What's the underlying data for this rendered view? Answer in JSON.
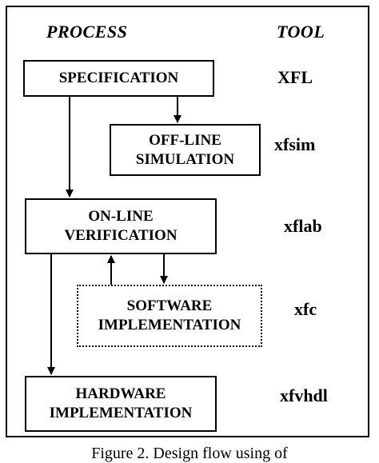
{
  "headers": {
    "process": "PROCESS",
    "tool": "TOOL"
  },
  "boxes": {
    "specification": "SPECIFICATION",
    "offline_simulation": "OFF-LINE\nSIMULATION",
    "online_verification": "ON-LINE\nVERIFICATION",
    "software_implementation": "SOFTWARE\nIMPLEMENTATION",
    "hardware_implementation": "HARDWARE\nIMPLEMENTATION"
  },
  "tools": {
    "xfl": "XFL",
    "xfsim": "xfsim",
    "xflab": "xflab",
    "xfc": "xfc",
    "xfvhdl": "xfvhdl"
  },
  "caption": "Figure 2. Design flow using of"
}
